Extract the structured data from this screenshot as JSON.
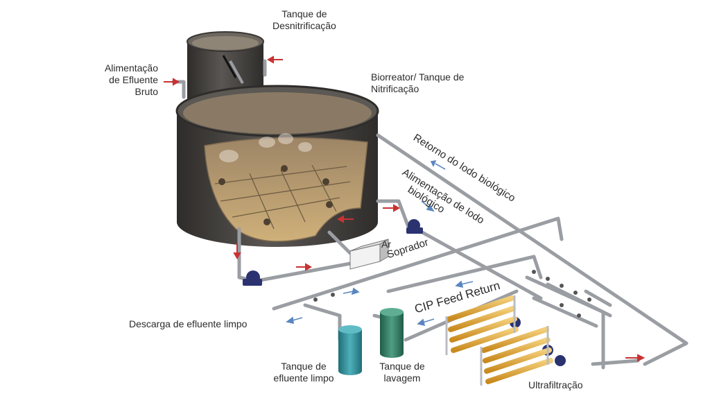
{
  "labels": {
    "denitrification_tank": [
      "Tanque de",
      "Desnitrificação"
    ],
    "raw_effluent_feed": [
      "Alimentação",
      "de Efluente",
      "Bruto"
    ],
    "bioreactor": [
      "Biorreator/ Tanque de",
      "Nitrificação"
    ],
    "sludge_return": "Retorno do lodo biológico",
    "sludge_feed": [
      "Alimentação de lodo",
      "biológico"
    ],
    "air": "Ar",
    "blower": "Soprador",
    "cip": "CIP Feed Return",
    "clean_discharge": "Descarga de efluente limpo",
    "clean_tank": [
      "Tanque de",
      "efluente limpo"
    ],
    "wash_tank": [
      "Tanque de",
      "lavagem"
    ],
    "ultrafiltration": "Ultrafiltração"
  },
  "colors": {
    "tank_wall": "#4a4744",
    "sludge": "#c8a878",
    "pipe": "#9a9ea3",
    "flow_arrow": "#c83232",
    "return_arrow": "#5a86c0",
    "membrane": "#e2a83c",
    "pump": "#2a3270",
    "clean_tank": "#2e8b95",
    "wash_tank": "#2f7a62"
  }
}
